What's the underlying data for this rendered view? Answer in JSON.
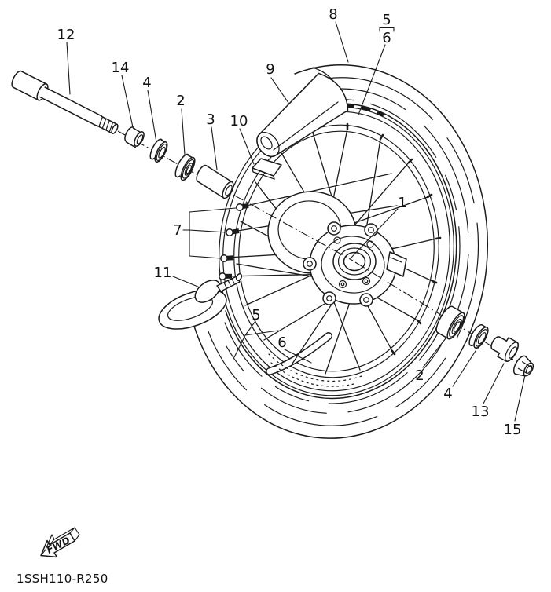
{
  "diagram": {
    "drawing_code": "1SSH110-R250",
    "fwd_label": "FWD",
    "callouts": [
      {
        "ref": "12"
      },
      {
        "ref": "14"
      },
      {
        "ref": "4"
      },
      {
        "ref": "2"
      },
      {
        "ref": "3"
      },
      {
        "ref": "10"
      },
      {
        "ref": "9"
      },
      {
        "ref": "8"
      },
      {
        "ref": "5"
      },
      {
        "ref": "6"
      },
      {
        "ref": "7"
      },
      {
        "ref": "11"
      },
      {
        "ref": "1"
      },
      {
        "ref": "5"
      },
      {
        "ref": "6"
      },
      {
        "ref": "2"
      },
      {
        "ref": "4"
      },
      {
        "ref": "13"
      },
      {
        "ref": "15"
      }
    ]
  }
}
